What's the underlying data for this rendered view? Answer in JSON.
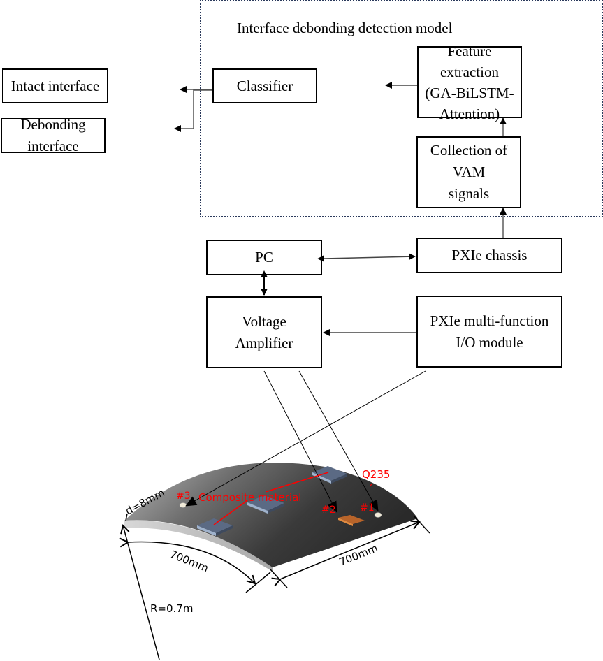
{
  "model": {
    "title": "Interface debonding detection model"
  },
  "blocks": {
    "intact": "Intact interface",
    "debonding": "Debonding interface",
    "classifier": "Classifier",
    "feature_line1": "Feature extraction",
    "feature_line2": "(GA-BiLSTM-",
    "feature_line3": "Attention)",
    "collection_line1": "Collection of VAM",
    "collection_line2": "signals",
    "pc": "PC",
    "chassis": "PXIe chassis",
    "amp_line1": "Voltage",
    "amp_line2": "Amplifier",
    "io_line1": "PXIe multi-function",
    "io_line2": "I/O module"
  },
  "specimen": {
    "thickness": "d=8mm",
    "arc_length": "700mm",
    "width": "700mm",
    "radius": "R=0.7m",
    "material_label": "Composite material",
    "steel_label": "Q235",
    "sensor_1": "#1",
    "sensor_2": "#2",
    "sensor_3": "#3"
  },
  "colors": {
    "annotation_red": "#ff0000",
    "dotted_border": "#2b3a5c",
    "patch_blue": "#5d6a80",
    "sensor_orange": "#b8642a"
  }
}
